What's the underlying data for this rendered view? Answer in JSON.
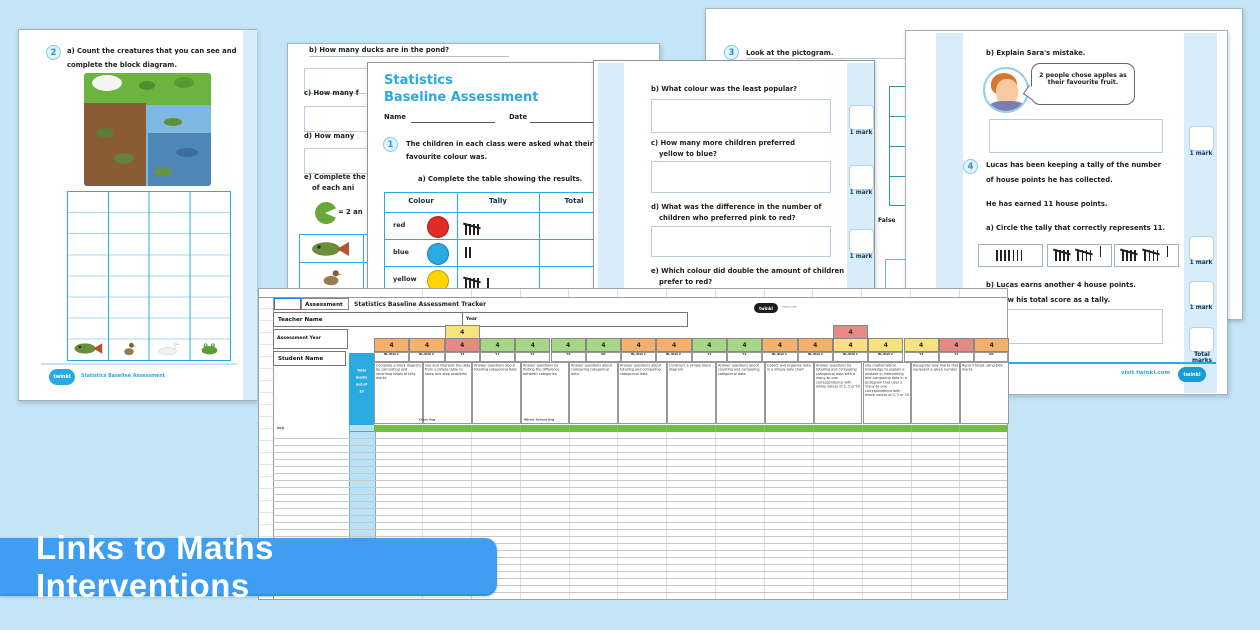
{
  "banner": {
    "label": "Links to Maths Interventions"
  },
  "colors": {
    "accent_blue": "#29abe2",
    "banner_blue": "#3f9ef1",
    "background": "#c3e5f6",
    "green_row": "#6fbf44"
  },
  "page_block_diagram": {
    "question_number": "2",
    "line1": "a) Count the creatures that you can see and",
    "line2": "complete the block diagram.",
    "footer_logo": "twinkl",
    "footer_text": "Statistics Baseline Assessment"
  },
  "page_pond_questions": {
    "q_b": "b) How many ducks are in the pond?",
    "q_c": "c) How many f",
    "q_d": "d) How many",
    "q_e_line1": "e) Complete the",
    "q_e_line2": "of each ani",
    "key_text": "= 2 an"
  },
  "page_assessment": {
    "title_line1": "Statistics",
    "title_line2": "Baseline Assessment",
    "name_label": "Name",
    "date_label": "Date",
    "question_number": "1",
    "q1_line1": "The children in each class were asked what their",
    "q1_line2": "favourite colour was.",
    "q1a": "a) Complete the table showing the results.",
    "table": {
      "headers": [
        "Colour",
        "Tally",
        "Total"
      ],
      "rows": [
        {
          "colour": "red",
          "swatch": "#e02b27",
          "tally_count": 5
        },
        {
          "colour": "blue",
          "swatch": "#29abe2",
          "tally_count": 2
        },
        {
          "colour": "yellow",
          "swatch": "#ffd400",
          "tally_count": 6
        }
      ]
    }
  },
  "page_colour_questions": {
    "q_b": "b) What colour was the least popular?",
    "q_c_line1": "c) How many more children preferred",
    "q_c_line2": "yellow to blue?",
    "q_d_line1": "d) What was the difference in the number of",
    "q_d_line2": "children who preferred pink to red?",
    "q_e_line1": "e) Which colour did double the amount of children",
    "q_e_line2": "prefer to red?",
    "mark_label": "1 mark"
  },
  "page_pictogram": {
    "question_number": "3",
    "heading": "Look at the pictogram.",
    "fragment_false": "False"
  },
  "page_tally": {
    "q_b_explain": "b) Explain Sara's mistake.",
    "speech_line1": "2 people chose apples as",
    "speech_line2": "their favourite fruit.",
    "question_number": "4",
    "q4_line1": "Lucas has been keeping a tally of the number",
    "q4_line2": "of house points he has collected.",
    "earned": "He has earned 11 house points.",
    "q4a": "a) Circle the tally that correctly represents 11.",
    "options": [
      {
        "count": 7,
        "plain": true
      },
      {
        "count": 11,
        "plain": false
      },
      {
        "count": 11,
        "plain": false
      }
    ],
    "q4b_line1": "b) Lucas earns another 4 house points.",
    "q4b_line2": "Draw his total score as a tally.",
    "mark_label": "1 mark",
    "total_label": "Total marks",
    "footer_text": "visit twinkl.com"
  },
  "tracker": {
    "corner_label": "Assessment",
    "title": "Statistics Baseline Assessment Tracker",
    "teacher_label": "Teacher Name",
    "year_label": "Year",
    "assessment_year_label": "Assessment Year",
    "student_label": "Student Name",
    "logo_text": "twinkl",
    "logo_sub": "resources",
    "avg_label": "Avg",
    "class_avg_label": "Class Avg",
    "school_avg_label": "Whole School Avg",
    "side_note": [
      "Total",
      "marks",
      "out of",
      "10"
    ],
    "palette": {
      "orange": "#f5b06c",
      "yellow": "#f7e27d",
      "green": "#a6d788",
      "red": "#e58a85"
    },
    "band": [
      {
        "color": "orange",
        "value": "4"
      },
      {
        "color": "orange",
        "value": "4"
      },
      {
        "color": "red",
        "value": "4"
      },
      {
        "color": "green",
        "value": "4"
      },
      {
        "color": "green",
        "value": "4"
      },
      {
        "color": "green",
        "value": "4"
      },
      {
        "color": "green",
        "value": "4"
      },
      {
        "color": "orange",
        "value": "4"
      },
      {
        "color": "orange",
        "value": "4"
      },
      {
        "color": "green",
        "value": "4"
      },
      {
        "color": "green",
        "value": "4"
      },
      {
        "color": "orange",
        "value": "4"
      },
      {
        "color": "orange",
        "value": "4"
      },
      {
        "color": "yellow",
        "value": "4"
      },
      {
        "color": "yellow",
        "value": "4"
      },
      {
        "color": "yellow",
        "value": "4"
      },
      {
        "color": "red",
        "value": "4"
      },
      {
        "color": "orange",
        "value": "4"
      }
    ],
    "upper_cells": [
      {
        "index": 2,
        "color": "yellow",
        "value": "4"
      },
      {
        "index": 13,
        "color": "red",
        "value": "4"
      }
    ],
    "codes": [
      "BL-Stat 1",
      "BL-Stat 2",
      "Y4",
      "Y1",
      "Y2",
      "Y3",
      "NC",
      "BL-Stat 1",
      "BL-Stat 2",
      "Y1",
      "Y2",
      "BL-Stat 1",
      "BL-Stat 2",
      "BL-Stat 1",
      "BL-Stat 2",
      "Y4",
      "Y1",
      "NC"
    ],
    "descriptors": [
      "Complete a block diagram by calculating and recording totals of tally marks",
      "Use and interpret the data from a simple table to solve one-step problems",
      "Answer questions about totalling categorical data",
      "Answer questions by finding the difference between categories",
      "Answer questions about comparing categorical data",
      "Answer questions about totalling and comparing categorical data",
      "Construct a simple block diagram",
      "Answer questions about counting and comparing categorical data",
      "Collect and organise data in a simple tally chart",
      "Answer questions by totalling and comparing categorical data with a many-to-one correspondence with whole values of 2, 5 or 10",
      "Use mathematical knowledge to explain a mistake in interpreting and comparing data in a pictogram that uses a many-to-one correspondence with whole values of 2, 5 or 10",
      "Recognise tally marks that represent a given number",
      "Record totals using tally marks"
    ]
  }
}
